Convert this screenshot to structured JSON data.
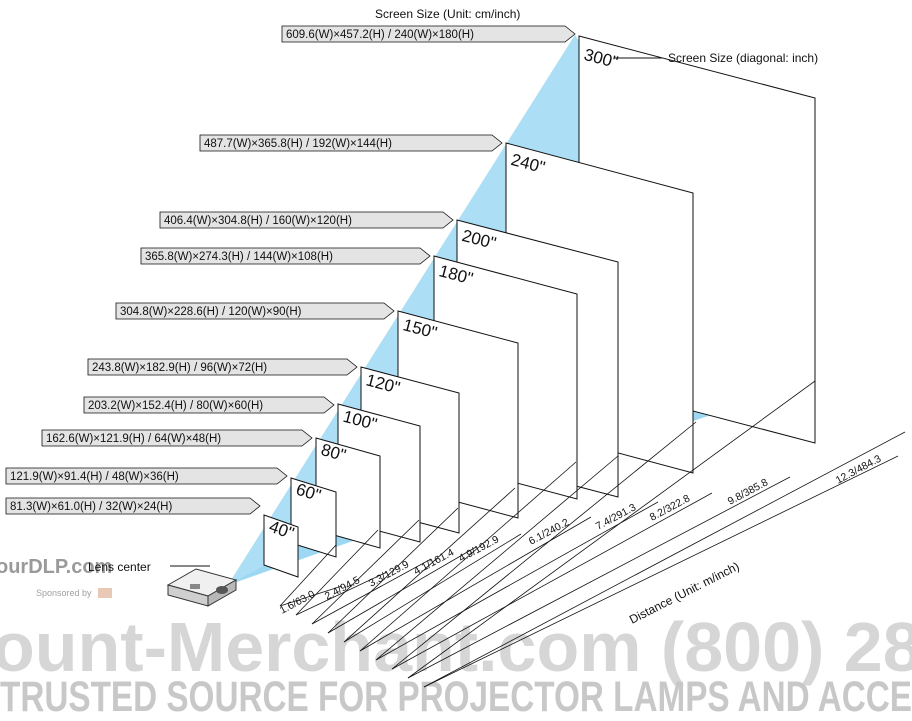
{
  "header": {
    "screen_size_unit": "Screen Size (Unit: cm/inch)",
    "screen_size_diagonal": "Screen Size (diagonal: inch)",
    "lens_center": "Lens center",
    "distance_unit": "Distance (Unit: m/inch)"
  },
  "screens": [
    {
      "diagonal": "40\"",
      "dimensions": "81.3(W)×61.0(H) / 32(W)×24(H)",
      "distance": "1.6/63.0"
    },
    {
      "diagonal": "60\"",
      "dimensions": "121.9(W)×91.4(H) / 48(W)×36(H)",
      "distance": "2.4/94.5"
    },
    {
      "diagonal": "80\"",
      "dimensions": "162.6(W)×121.9(H) / 64(W)×48(H)",
      "distance": "3.3/129.9"
    },
    {
      "diagonal": "100\"",
      "dimensions": "203.2(W)×152.4(H) / 80(W)×60(H)",
      "distance": "4.1/161.4"
    },
    {
      "diagonal": "120\"",
      "dimensions": "243.8(W)×182.9(H) / 96(W)×72(H)",
      "distance": "4.9/192.9"
    },
    {
      "diagonal": "150\"",
      "dimensions": "304.8(W)×228.6(H) / 120(W)×90(H)",
      "distance": "6.1/240.2"
    },
    {
      "diagonal": "180\"",
      "dimensions": "365.8(W)×274.3(H) / 144(W)×108(H)",
      "distance": "7.4/291.3"
    },
    {
      "diagonal": "200\"",
      "dimensions": "406.4(W)×304.8(H) / 160(W)×120(H)",
      "distance": "8.2/322.8"
    },
    {
      "diagonal": "240\"",
      "dimensions": "487.7(W)×365.8(H) / 192(W)×144(H)",
      "distance": "9.8/385.8"
    },
    {
      "diagonal": "300\"",
      "dimensions": "609.6(W)×457.2(H) / 240(W)×180(H)",
      "distance": "12.3/484.3"
    }
  ],
  "watermark": {
    "site": "ourDLP.com",
    "sponsored": "Sponsored by",
    "merchant": "ount-Merchant.com (800) 28",
    "tagline": "TRUSTED SOURCE FOR PROJECTOR LAMPS AND ACCE"
  },
  "colors": {
    "beam": "#a9dcf4",
    "beam_top": "#8ccdee",
    "label_box": "#e4e4e4",
    "screen_border": "#111111",
    "watermark": "#b8b8b8"
  }
}
